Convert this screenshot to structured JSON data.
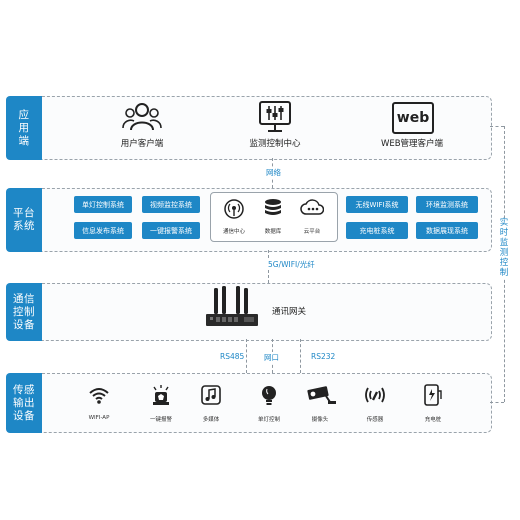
{
  "layers": {
    "application": "应用端",
    "platform": "平台系统",
    "comm": "通信控制设备",
    "sensing": "传感输出设备"
  },
  "application_items": {
    "user_client": "用户客户端",
    "monitor_center": "监测控制中心",
    "web_client": "WEB管理客户端",
    "web_icon_text": "web"
  },
  "edges": {
    "network": "网络",
    "uplink": "5G/WIFI/光纤",
    "rs485": "RS485",
    "lan": "网口",
    "rs232": "RS232",
    "realtime": "实时监测控制"
  },
  "platform_systems": {
    "left": [
      "单灯控制系统",
      "视频监控系统",
      "信息发布系统",
      "一键报警系统"
    ],
    "right": [
      "无线WIFI系统",
      "环境监测系统",
      "充电桩系统",
      "数据展现系统"
    ],
    "center": [
      "通信中心",
      "数据库",
      "云平台"
    ]
  },
  "gateway": "通讯网关",
  "devices": [
    "WIFI-AP",
    "一键报警",
    "多媒体",
    "单灯控制",
    "摄像头",
    "传感器",
    "充电桩"
  ],
  "colors": {
    "accent": "#1e87c6",
    "label_bg": "#1e87c6"
  }
}
